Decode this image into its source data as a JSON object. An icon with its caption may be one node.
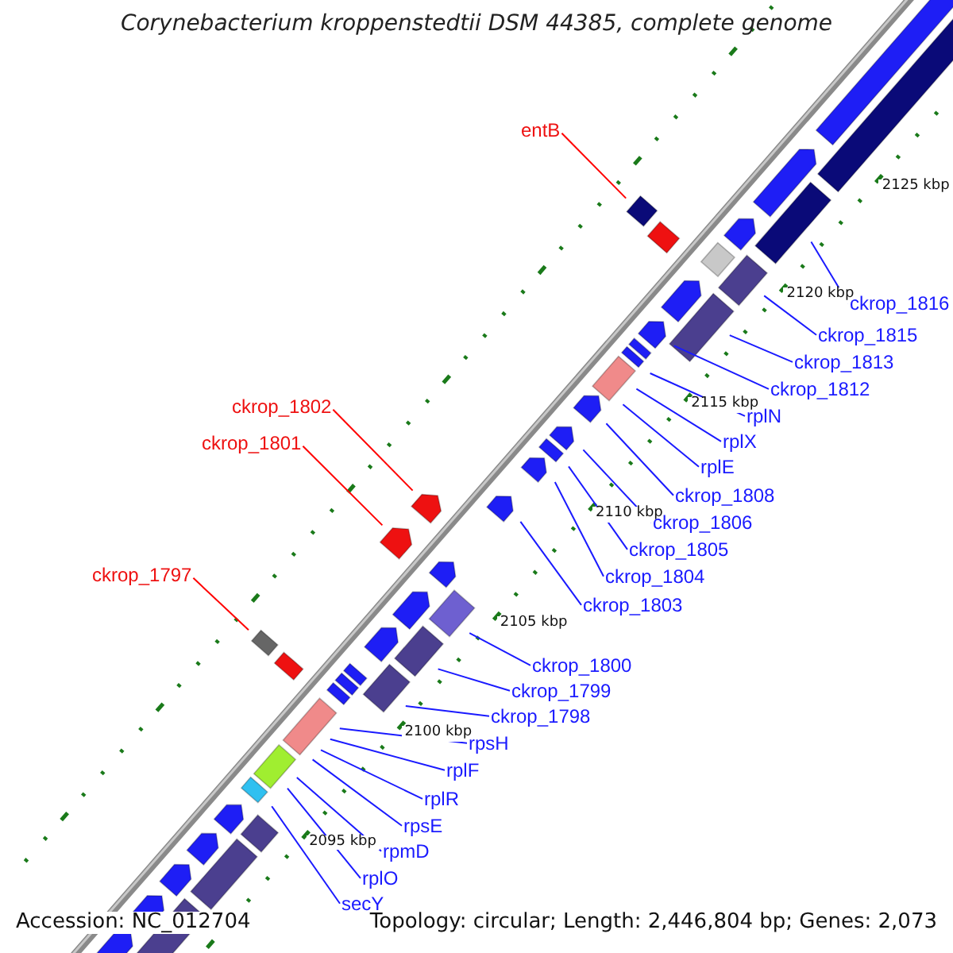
{
  "diagram": {
    "title": "Corynebacterium kroppenstedtii DSM 44385, complete genome",
    "nodes": [
      {
        "text": [
          "entB"
        ]
      },
      {
        "text": [
          "ckrop_1816"
        ]
      },
      {
        "text": [
          "ckrop_1815"
        ]
      },
      {
        "text": [
          "ckrop_1813"
        ]
      },
      {
        "text": [
          "ckrop_1812"
        ]
      },
      {
        "text": [
          "ckrop_1802"
        ]
      },
      {
        "text": [
          "rplN"
        ]
      },
      {
        "text": [
          "rplX"
        ]
      },
      {
        "text": [
          "ckrop_1801"
        ]
      },
      {
        "text": [
          "rplE"
        ]
      },
      {
        "text": [
          "ckrop_1808"
        ]
      },
      {
        "text": [
          "ckrop_1806"
        ]
      },
      {
        "text": [
          "ckrop_1805"
        ]
      },
      {
        "text": [
          "ckrop_1797"
        ]
      },
      {
        "text": [
          "ckrop_1804"
        ]
      },
      {
        "text": [
          "ckrop_1803"
        ]
      },
      {
        "text": [
          "ckrop_1800"
        ]
      },
      {
        "text": [
          "ckrop_1799"
        ]
      },
      {
        "text": [
          "ckrop_1798"
        ]
      },
      {
        "text": [
          "rpsH"
        ]
      },
      {
        "text": [
          "rplF"
        ]
      },
      {
        "text": [
          "rplR"
        ]
      },
      {
        "text": [
          "rpsE"
        ]
      },
      {
        "text": [
          "rpmD"
        ]
      },
      {
        "text": [
          "rplO"
        ]
      },
      {
        "text": [
          "secY"
        ]
      }
    ],
    "edges": [
      {
        "from": 0,
        "to": null,
        "arrow": "none",
        "color": "#ff0000"
      },
      {
        "from": 1,
        "to": null,
        "arrow": "none"
      },
      {
        "from": 2,
        "to": null,
        "arrow": "none"
      },
      {
        "from": 3,
        "to": null,
        "arrow": "none"
      },
      {
        "from": 4,
        "to": null,
        "arrow": "none"
      },
      {
        "from": 5,
        "to": null,
        "arrow": "none",
        "color": "#ff0000"
      },
      {
        "from": 6,
        "to": null,
        "arrow": "none"
      },
      {
        "from": 7,
        "to": null,
        "arrow": "none"
      },
      {
        "from": 8,
        "to": null,
        "arrow": "none",
        "color": "#ff0000"
      },
      {
        "from": 9,
        "to": null,
        "arrow": "none"
      },
      {
        "from": 10,
        "to": null,
        "arrow": "none"
      },
      {
        "from": 11,
        "to": null,
        "arrow": "none"
      },
      {
        "from": 12,
        "to": null,
        "arrow": "none"
      },
      {
        "from": 13,
        "to": null,
        "arrow": "none",
        "color": "#ff0000"
      },
      {
        "from": 14,
        "to": null,
        "arrow": "none"
      },
      {
        "from": 15,
        "to": null,
        "arrow": "none"
      },
      {
        "from": 16,
        "to": null,
        "arrow": "none"
      },
      {
        "from": 17,
        "to": null,
        "arrow": "none"
      },
      {
        "from": 18,
        "to": null,
        "arrow": "none"
      },
      {
        "from": 19,
        "to": null,
        "arrow": "none"
      },
      {
        "from": 20,
        "to": null,
        "arrow": "none"
      },
      {
        "from": 21,
        "to": null,
        "arrow": "none"
      },
      {
        "from": 22,
        "to": null,
        "arrow": "none"
      },
      {
        "from": 23,
        "to": null,
        "arrow": "none"
      },
      {
        "from": 24,
        "to": null,
        "arrow": "none"
      },
      {
        "from": 25,
        "to": null,
        "arrow": "none"
      }
    ],
    "labels": [
      "2125 kbp",
      "2120 kbp",
      "2115 kbp",
      "2110 kbp",
      "2105 kbp",
      "2100 kbp",
      "2095 kbp",
      "Accession: NC_012704",
      "Topology: circular; Length: 2,446,804 bp; Genes: 2,073"
    ]
  }
}
